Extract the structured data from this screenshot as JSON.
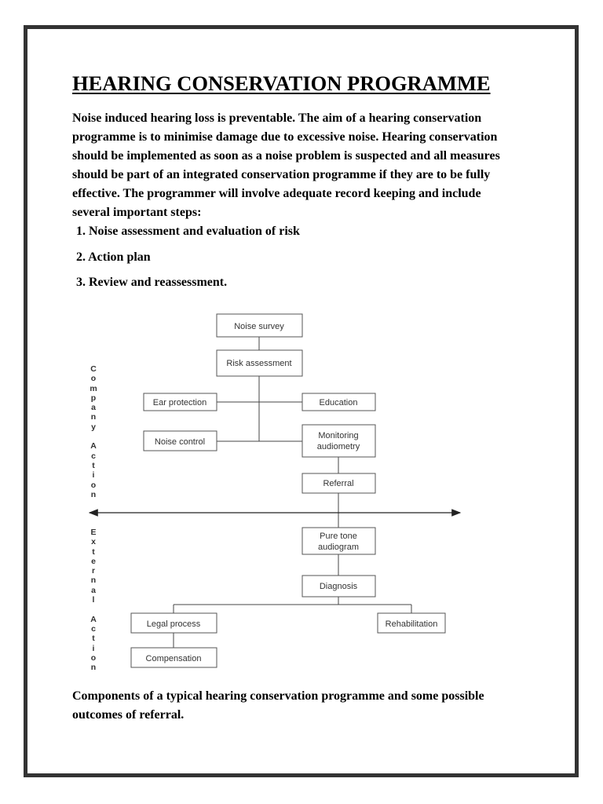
{
  "title": "HEARING CONSERVATION PROGRAMME",
  "intro_lines": [
    "Noise induced hearing loss is preventable. The aim of a hearing conservation",
    "programme is to minimise damage due to excessive noise. Hearing conservation",
    "should be implemented as soon as a noise problem is suspected and all measures",
    "should be part of an integrated conservation programme if they are to be fully",
    "effective. The programmer will involve adequate record keeping and include",
    "several important steps:"
  ],
  "steps": [
    "1. Noise assessment and evaluation of risk",
    "2. Action plan",
    "3. Review and reassessment."
  ],
  "diagram": {
    "side_labels": {
      "company": "Company Action",
      "external": "External Action"
    },
    "boxes": {
      "noise_survey": "Noise survey",
      "risk_assessment": "Risk assessment",
      "ear_protection": "Ear protection",
      "education": "Education",
      "noise_control": "Noise control",
      "monitoring_1": "Monitoring",
      "monitoring_2": "audiometry",
      "referral": "Referral",
      "pure_tone_1": "Pure tone",
      "pure_tone_2": "audiogram",
      "diagnosis": "Diagnosis",
      "legal_process": "Legal process",
      "rehabilitation": "Rehabilitation",
      "compensation": "Compensation"
    }
  },
  "caption_lines": [
    "Components of a typical hearing conservation programme and some possible",
    "outcomes of referral."
  ]
}
